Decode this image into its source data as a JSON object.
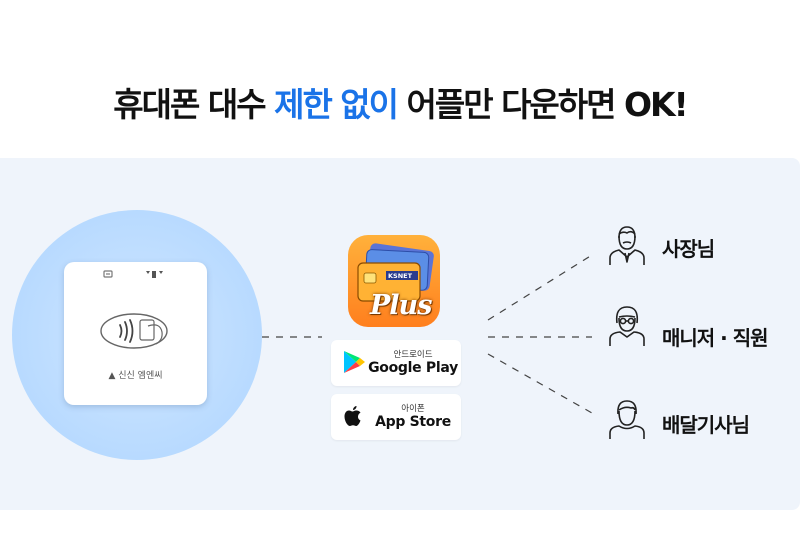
{
  "headline": {
    "part1": "휴대폰 대수 ",
    "highlight": "제한 없이",
    "part2": " 어플만 다운하면 OK!"
  },
  "reader": {
    "brand": "신신 엠엔씨"
  },
  "app": {
    "card_brand": "KSNET",
    "plus_label": "Plus"
  },
  "stores": {
    "google": {
      "small": "안드로이드",
      "big": "Google Play"
    },
    "apple": {
      "small": "아이폰",
      "big": "App Store"
    }
  },
  "users": [
    {
      "label": "사장님",
      "icon": "boss-icon"
    },
    {
      "label": "매니저 · 직원",
      "icon": "manager-icon"
    },
    {
      "label": "배달기사님",
      "icon": "driver-icon"
    }
  ],
  "colors": {
    "accent": "#1a73e8",
    "panel": "#eff4fb",
    "app_orange": "#ff8a1f"
  }
}
